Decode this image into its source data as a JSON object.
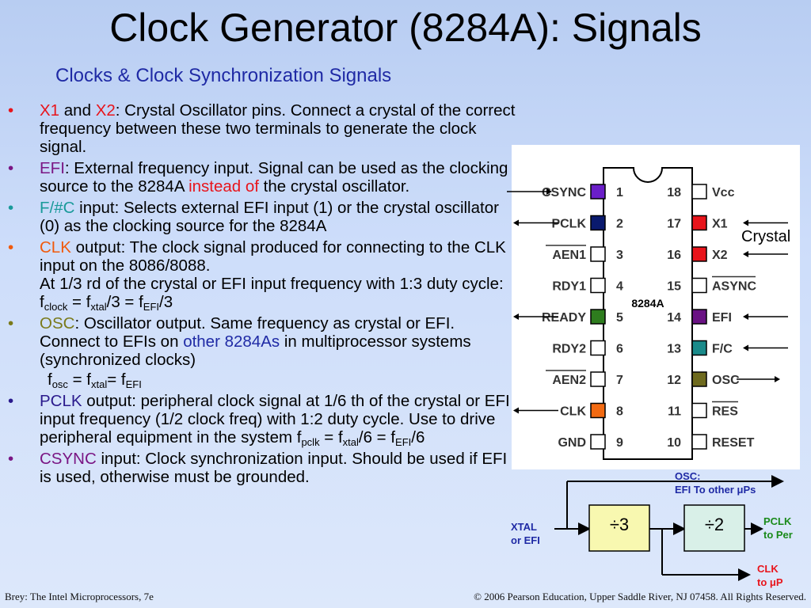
{
  "slide": {
    "title": "Clock Generator (8284A): Signals",
    "subtitle": "Clocks & Clock Synchronization Signals"
  },
  "bullets": {
    "bullet_char": "•",
    "x1x2": {
      "name_a": "X1",
      "and": " and ",
      "name_b": "X2",
      "text": ": Crystal Oscillator pins. Connect a crystal of the correct frequency between these two terminals to generate the clock signal."
    },
    "efi": {
      "name": "EFI",
      "text_a": ": External frequency input. Signal can be used as the clocking source to the 8284A ",
      "highlight": "instead of",
      "text_b": " the crystal oscillator."
    },
    "fc": {
      "name": "F/#C",
      "text": " input: Selects external EFI input (1) or the crystal oscillator (0) as the clocking source for the 8284A"
    },
    "clk": {
      "name": "CLK",
      "text": " output: The clock signal produced for connecting to the CLK input on the 8086/8088.",
      "line2": "At 1/3 rd of the crystal or EFI input frequency with 1:3 duty cycle: f",
      "sub_clock": "clock",
      "eq1": " = f",
      "sub_xtal": "xtal",
      "eq2": "/3 = f",
      "sub_efi": "EFI",
      "eq3": "/3"
    },
    "osc": {
      "name": "OSC",
      "text_a": ": Oscillator output. Same frequency as crystal or EFI. Connect to EFIs on ",
      "highlight": "other 8284As",
      "text_b": " in multiprocessor systems (synchronized clocks)",
      "f": "f",
      "sub_osc": "osc",
      "eq1": " = f",
      "sub_xtal": "xtal",
      "eq2": "= f",
      "sub_efi": "EFI"
    },
    "pclk": {
      "name": "PCLK",
      "text": " output: peripheral clock signal at 1/6 th of the crystal or EFI input frequency (1/2 clock freq) with 1:2 duty cycle. Use to drive peripheral equipment in the system f",
      "sub_pclk": "pclk",
      "eq1": " = f",
      "sub_xtal": "xtal",
      "eq2": "/6 = f",
      "sub_efi": "EFI",
      "eq3": "/6"
    },
    "csync": {
      "name": "CSYNC",
      "text": " input: Clock synchronization input. Should be used if EFI is used, otherwise must be grounded."
    }
  },
  "chip": {
    "label": "8284A",
    "left_pins": [
      {
        "num": "1",
        "name": "CSYNC",
        "color": "#6a1ec8",
        "bar": false,
        "arrow": "in"
      },
      {
        "num": "2",
        "name": "PCLK",
        "color": "#0a1a6e",
        "bar": false,
        "arrow": "out"
      },
      {
        "num": "3",
        "name": "AEN1",
        "color": "#ffffff",
        "bar": true,
        "arrow": ""
      },
      {
        "num": "4",
        "name": "RDY1",
        "color": "#ffffff",
        "bar": false,
        "arrow": ""
      },
      {
        "num": "5",
        "name": "READY",
        "color": "#2e7d1e",
        "bar": false,
        "arrow": "out"
      },
      {
        "num": "6",
        "name": "RDY2",
        "color": "#ffffff",
        "bar": false,
        "arrow": ""
      },
      {
        "num": "7",
        "name": "AEN2",
        "color": "#ffffff",
        "bar": true,
        "arrow": ""
      },
      {
        "num": "8",
        "name": "CLK",
        "color": "#f26a12",
        "bar": false,
        "arrow": "out"
      },
      {
        "num": "9",
        "name": "GND",
        "color": "#ffffff",
        "bar": false,
        "arrow": ""
      }
    ],
    "right_pins": [
      {
        "num": "18",
        "name": "Vcc",
        "color": "#ffffff",
        "bar": false,
        "arrow": ""
      },
      {
        "num": "17",
        "name": "X1",
        "color": "#e8141b",
        "bar": false,
        "arrow": "in"
      },
      {
        "num": "16",
        "name": "X2",
        "color": "#e8141b",
        "bar": false,
        "arrow": "in"
      },
      {
        "num": "15",
        "name": "ASYNC",
        "color": "#ffffff",
        "bar": true,
        "arrow": ""
      },
      {
        "num": "14",
        "name": "EFI",
        "color": "#6a1284",
        "bar": false,
        "arrow": "in"
      },
      {
        "num": "13",
        "name": "F/C",
        "color": "#1a8a8a",
        "bar": false,
        "arrow": "in"
      },
      {
        "num": "12",
        "name": "OSC",
        "color": "#6e6a1e",
        "bar": false,
        "arrow": "out"
      },
      {
        "num": "11",
        "name": "RES",
        "color": "#ffffff",
        "bar": true,
        "arrow": ""
      },
      {
        "num": "10",
        "name": "RESET",
        "color": "#ffffff",
        "bar": false,
        "arrow": ""
      }
    ],
    "crystal_label": "Crystal"
  },
  "block": {
    "osc_line1": "OSC:",
    "osc_line2": "EFI To other ",
    "mu": "μ",
    "ps": "Ps",
    "input_line1": "XTAL",
    "input_line2": "or EFI",
    "div3": "÷3",
    "div2": "÷2",
    "pclk_line1": "PCLK",
    "pclk_line2": "to Per",
    "clk_line1": "CLK",
    "clk_line2": "to ",
    "p": "P"
  },
  "footer": {
    "left": "Brey: The Intel Microprocessors, 7e",
    "right": "© 2006 Pearson Education, Upper Saddle River, NJ 07458. All Rights Reserved."
  },
  "colors": {
    "accent_blue": "#1f2aa5",
    "red": "#e8141b",
    "purple": "#7a1684",
    "teal": "#1a9a9a",
    "orange": "#f05a0c",
    "olive": "#7a7a1a",
    "block_fill": "#f8f8b0",
    "block_fill2": "#d9f0e8"
  }
}
